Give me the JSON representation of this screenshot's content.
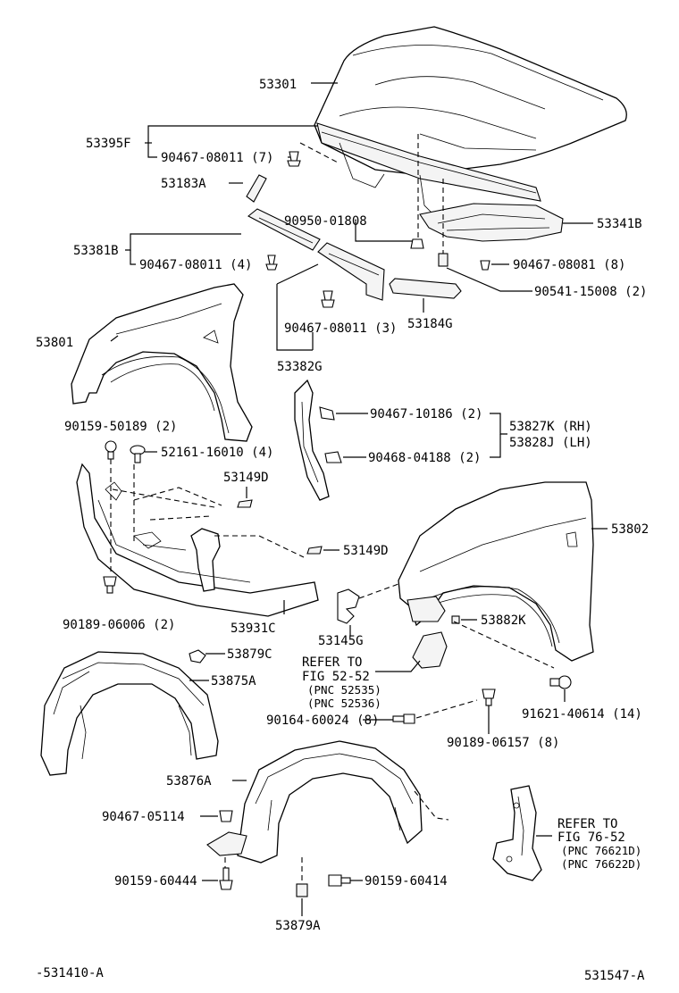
{
  "labels": {
    "p53301": "53301",
    "p53395F": "53395F",
    "p90467_08011_7": "90467-08011 (7)",
    "p53183A": "53183A",
    "p90950_01808": "90950-01808",
    "p53341B": "53341B",
    "p53381B": "53381B",
    "p90467_08011_4": "90467-08011 (4)",
    "p90467_08081_8": "90467-08081 (8)",
    "p90541_15008_2": "90541-15008 (2)",
    "p53184G": "53184G",
    "p53801": "53801",
    "p90467_08011_3": "90467-08011 (3)",
    "p53382G": "53382G",
    "p90467_10186_2": "90467-10186 (2)",
    "p53827K": "53827K (RH)",
    "p53828J": "53828J (LH)",
    "p90468_04188_2": "90468-04188 (2)",
    "p90159_50189_2": "90159-50189 (2)",
    "p52161_16010_4": "52161-16010 (4)",
    "p53149D_a": "53149D",
    "p53149D_b": "53149D",
    "p53802": "53802",
    "p90189_06006_2": "90189-06006 (2)",
    "p53931C": "53931C",
    "p53145G": "53145G",
    "p53882K": "53882K",
    "p53879C": "53879C",
    "p53875A": "53875A",
    "refer1_l1": "REFER TO",
    "refer1_l2": "FIG 52-52",
    "refer1_l3": "(PNC 52535)",
    "refer1_l4": "(PNC 52536)",
    "p90164_60024_8": "90164-60024 (8)",
    "p90189_06157_8": "90189-06157 (8)",
    "p91621_40614_14": "91621-40614 (14)",
    "p53876A": "53876A",
    "p90467_05114": "90467-05114",
    "refer2_l1": "REFER TO",
    "refer2_l2": "FIG 76-52",
    "refer2_l3": "(PNC 76621D)",
    "refer2_l4": "(PNC 76622D)",
    "p90159_60444": "90159-60444",
    "p90159_60414": "90159-60414",
    "p53879A": "53879A",
    "footer_left": "-531410-A",
    "footer_right": "531547-A"
  }
}
